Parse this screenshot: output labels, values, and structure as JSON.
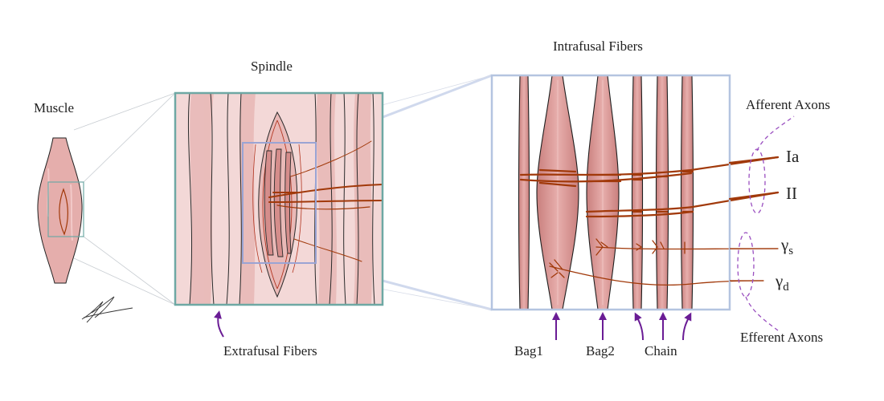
{
  "labels": {
    "muscle": "Muscle",
    "spindle": "Spindle",
    "intrafusal": "Intrafusal Fibers",
    "extrafusal": "Extrafusal Fibers",
    "afferent": "Afferent Axons",
    "efferent": "Efferent Axons",
    "ia": "Ia",
    "ii": "II",
    "gamma_symbol": "γ",
    "gamma_s_sub": "s",
    "gamma_d_sub": "d",
    "bag1": "Bag1",
    "bag2": "Bag2",
    "chain": "Chain"
  },
  "colors": {
    "muscle_fill": "#e3a9a7",
    "muscle_light": "#f3dcdb",
    "fiber_fill": "#dc9896",
    "fiber_outline": "#1e1e1e",
    "axon": "#a1390a",
    "spindle_box": "#6ea8a4",
    "zoom_box": "#b4c4e0",
    "arrow": "#6a1c95",
    "dash": "#9a4fc0"
  }
}
